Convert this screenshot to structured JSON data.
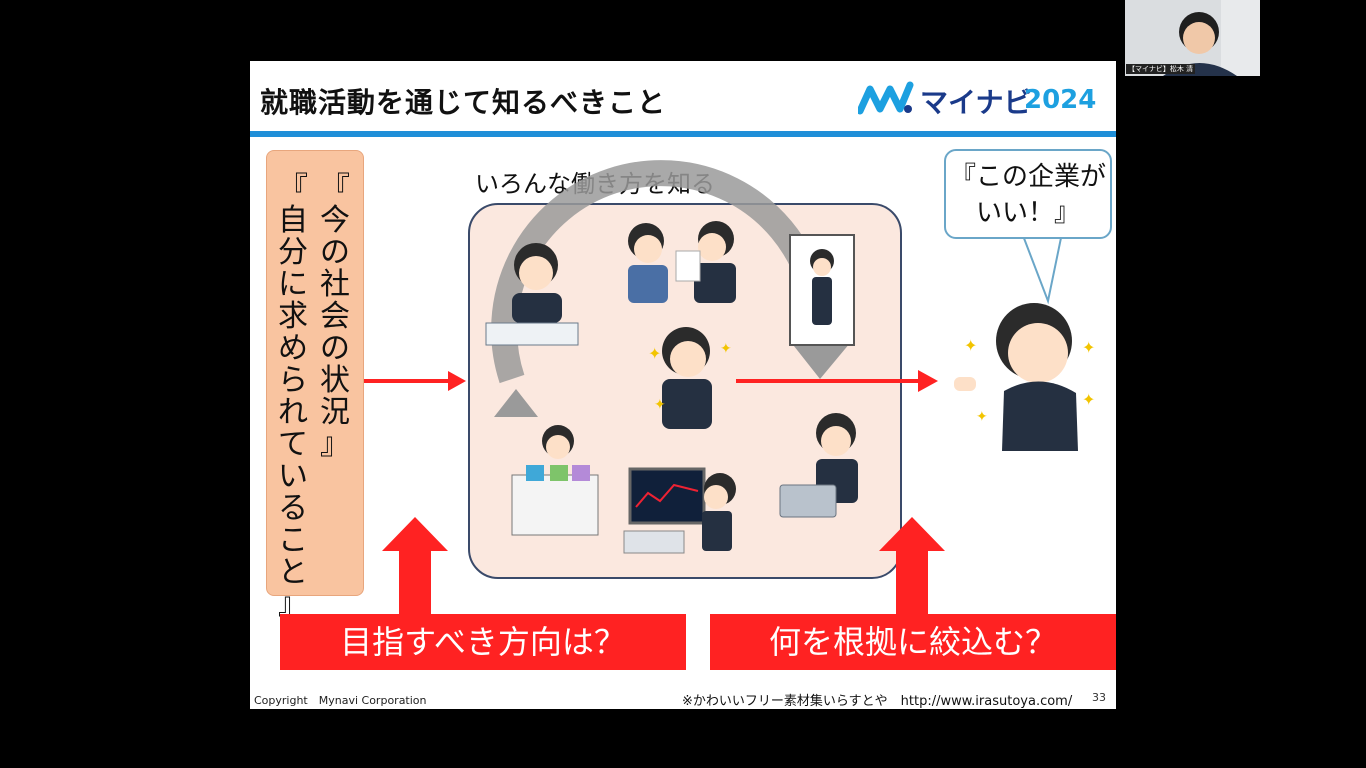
{
  "slide": {
    "title": "就職活動を通じて知るべきこと",
    "logo": {
      "brand": "マイナビ",
      "year": "2024"
    },
    "vertical_box": {
      "column1": "『今の社会の状況』",
      "column2": "『自分に求められていること』"
    },
    "cycle_caption": "いろんな働き方を知る",
    "speech_bubble": {
      "line1": "『この企業が",
      "line2": "いい！』"
    },
    "bottom_labels": {
      "left": "目指すべき方向は？",
      "right": "何を根拠に絞込む？"
    },
    "footer": {
      "copyright": "Copyright　Mynavi Corporation",
      "credit": "※かわいいフリー素材集いらすとや　http://www.irasutoya.com/",
      "page_number": "33"
    }
  },
  "video_tile": {
    "name_label": "【マイナビ】松木 清"
  },
  "colors": {
    "title_rule": "#1f8fd8",
    "accent_red": "#ff2222",
    "vertical_box": "#f9c4a0",
    "cycle_box": "#fbe8df",
    "logo_navy": "#1a3a8a",
    "logo_blue": "#1da0e0"
  }
}
